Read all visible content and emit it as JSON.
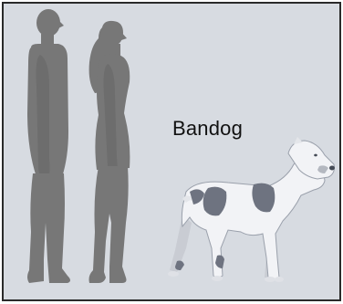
{
  "figure": {
    "breed_name": "Bandog",
    "colors": {
      "background": "#d7dbe1",
      "silhouette": "#777777",
      "frame_border": "#2a2a2a",
      "dog_coat": "#f2f3f6",
      "dog_patch": "#6e7380"
    },
    "subjects": [
      {
        "type": "man-silhouette"
      },
      {
        "type": "woman-silhouette"
      },
      {
        "type": "dog-illustration"
      }
    ]
  }
}
